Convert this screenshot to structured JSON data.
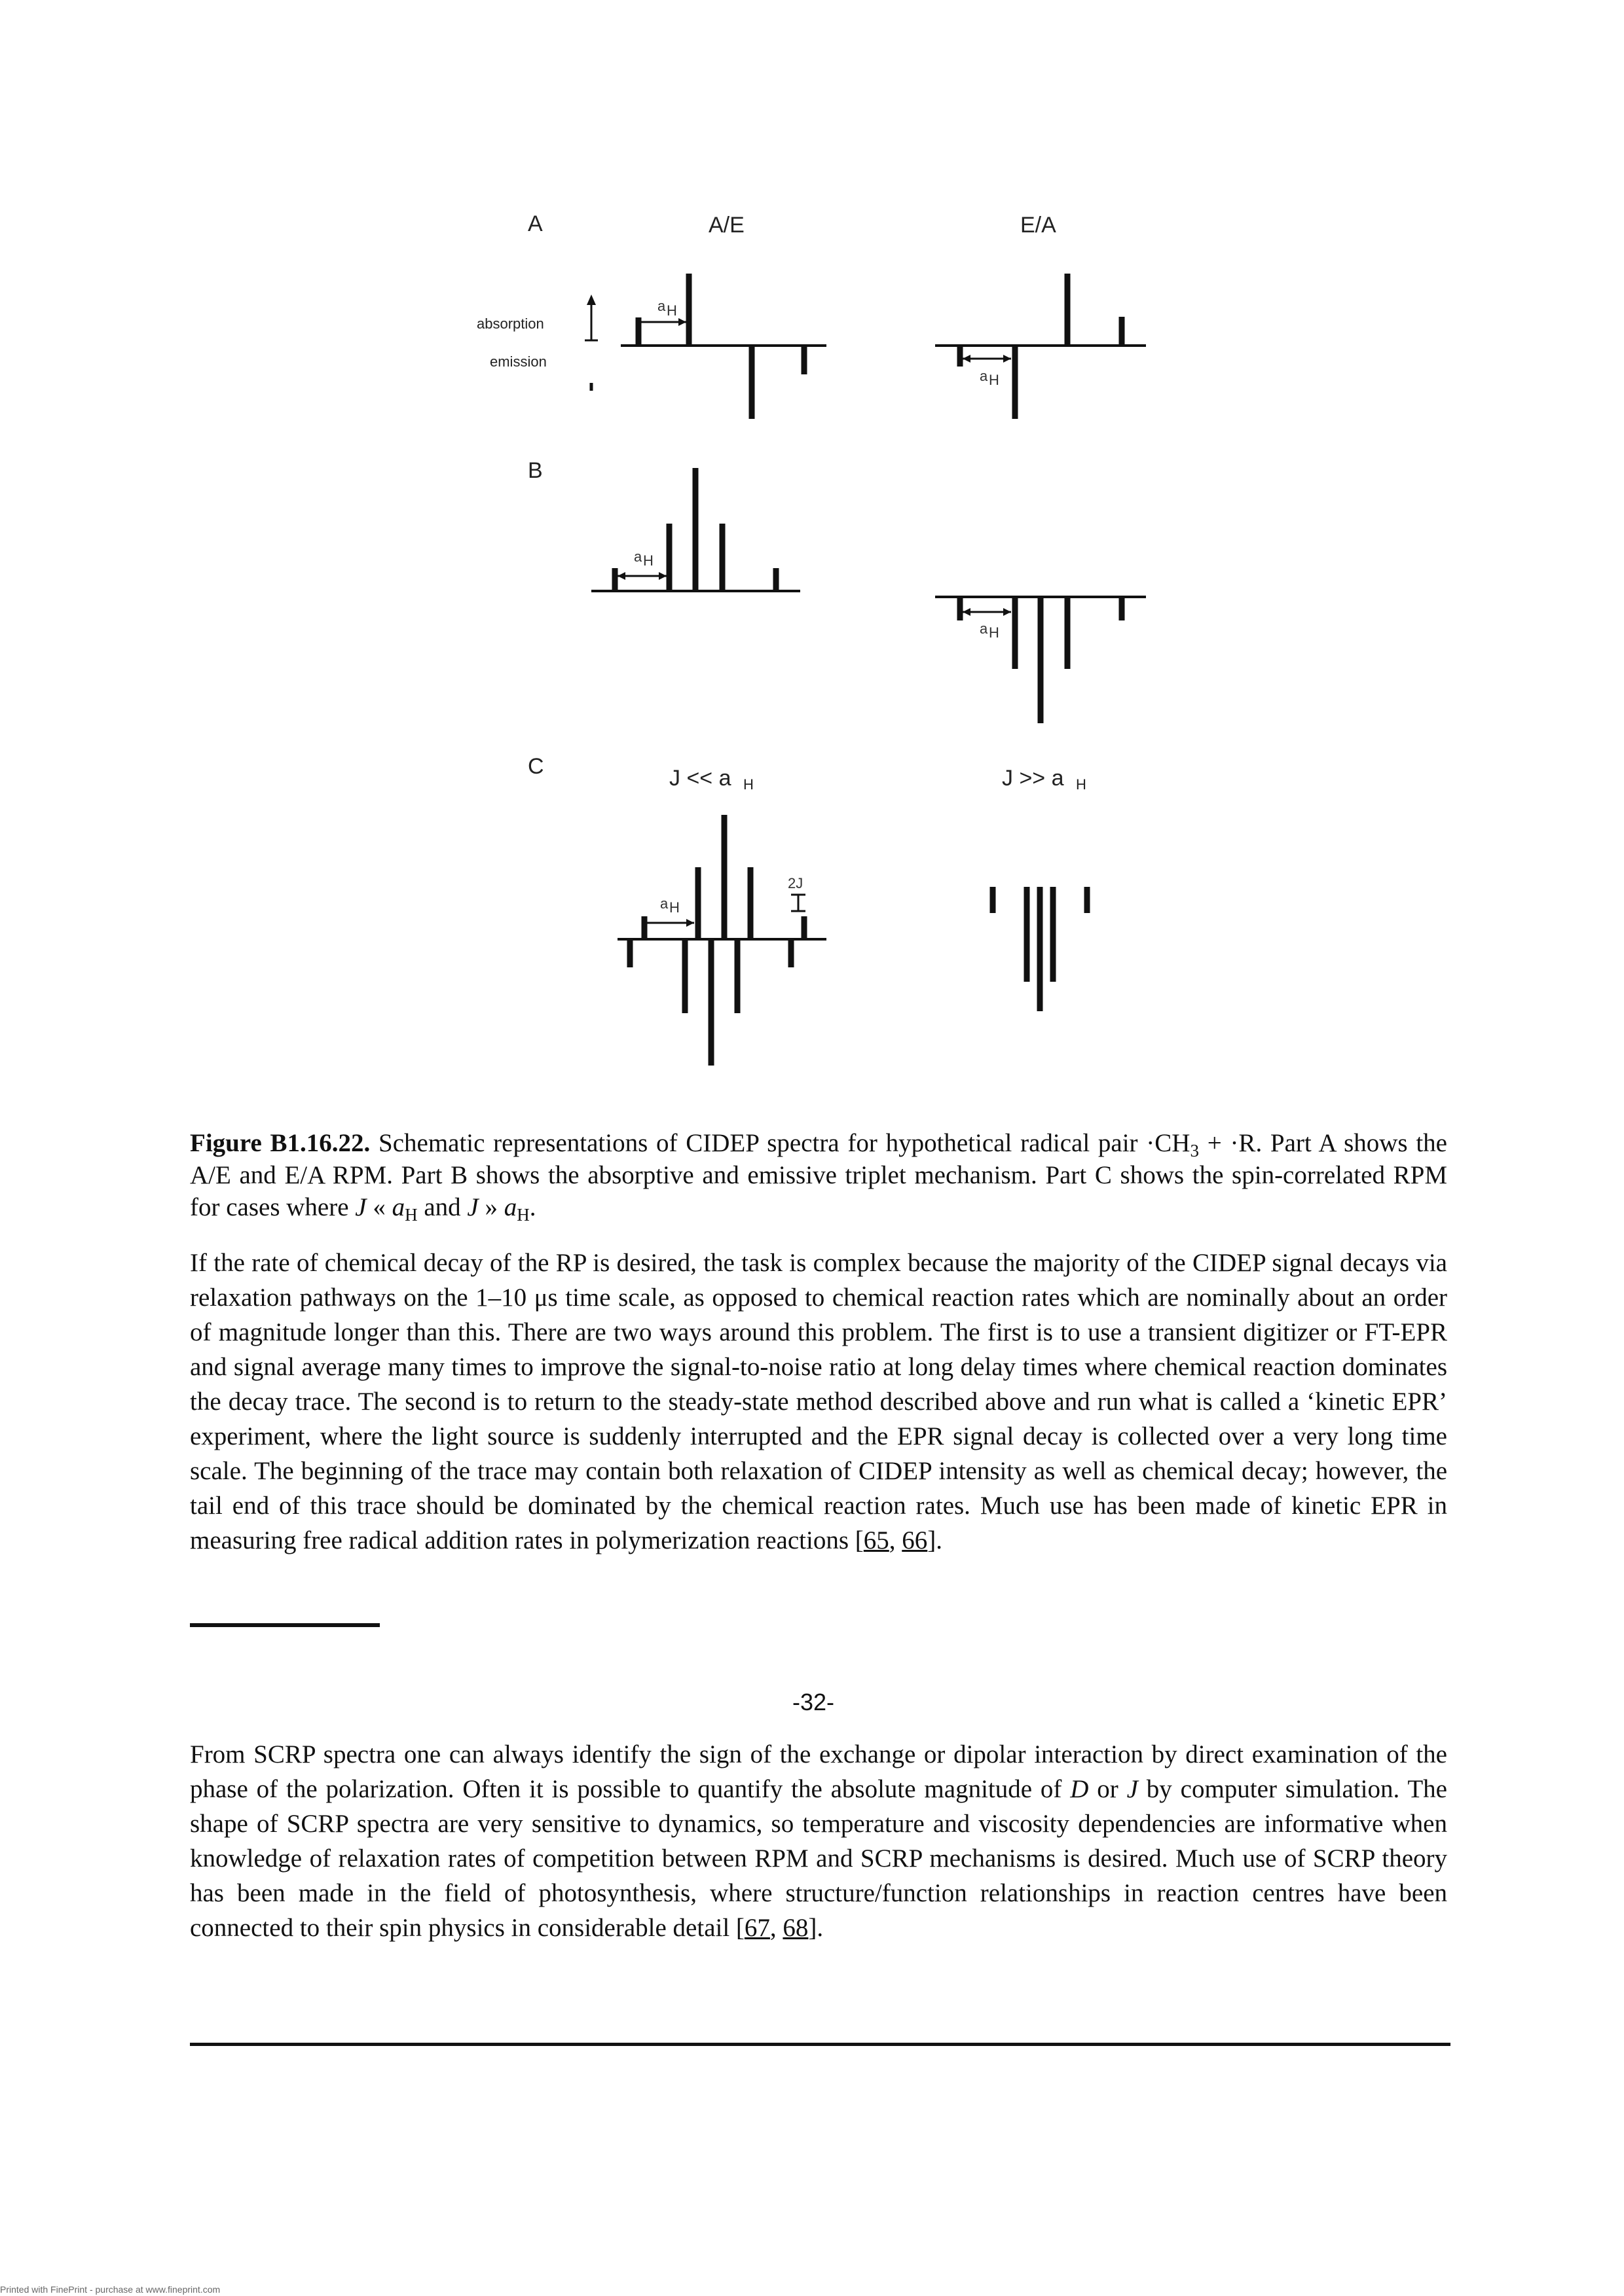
{
  "figure": {
    "part_a_label": "A",
    "part_b_label": "B",
    "part_c_label": "C",
    "ae_label": "A/E",
    "ea_label": "E/A",
    "absorption_label": "absorption",
    "emission_label": "emission",
    "ah_label": "a",
    "ah_sub": "H",
    "c_left_label": "J << a",
    "c_right_label": "J >> a",
    "two_j_label": "2J"
  },
  "caption": {
    "label": "Figure B1.16.22.",
    "text_before": " Schematic representations of CIDEP spectra for hypothetical radical pair ",
    "ch3": "·CH",
    "ch3_sub": "3",
    "text_mid": " + ·R. Part A shows the A/E and E/A RPM. Part B shows the absorptive and emissive triplet mechanism. Part C shows the spin-correlated RPM for cases where ",
    "j1": "J",
    "ll": " « ",
    "a1": "a",
    "a1_sub": "H",
    "and": " and ",
    "j2": "J",
    "gg": " » ",
    "a2": "a",
    "a2_sub": "H",
    "end": "."
  },
  "paragraph1": {
    "text": "If the rate of chemical decay of the RP is desired, the task is complex because the majority of the CIDEP signal decays via relaxation pathways on the 1–10 μs time scale, as opposed to chemical reaction rates which are nominally about an order of magnitude longer than this. There are two ways around this problem. The first is to use a transient digitizer or FT-EPR and signal average many times to improve the signal-to-noise ratio at long delay times where chemical reaction dominates the decay trace. The second is to return to the steady-state method described above and run what is called a ‘kinetic EPR’ experiment, where the light source is suddenly interrupted and the EPR signal decay is collected over a very long time scale. The beginning of the trace may contain both relaxation of CIDEP intensity as well as chemical decay; however, the tail end of this trace should be dominated by the chemical reaction rates. Much use has been made of kinetic EPR in measuring free radical addition rates in polymerization reactions [",
    "ref1": "65",
    "sep": ", ",
    "ref2": "66",
    "end": "]."
  },
  "page_number": "-32-",
  "paragraph2": {
    "text_a": "From SCRP spectra one can always identify the sign of the exchange or dipolar interaction by direct examination of the phase of the polarization. Often it is possible to quantify the absolute magnitude of ",
    "d": "D",
    "or": " or ",
    "j": "J",
    "text_b": " by computer simulation. The shape of SCRP spectra are very sensitive to dynamics, so temperature and viscosity dependencies are informative when knowledge of relaxation rates of competition between RPM and SCRP mechanisms is desired. Much use of SCRP theory has been made in the field of photosynthesis, where structure/function relationships in reaction centres have been connected to their spin physics in considerable detail [",
    "ref1": "67",
    "sep": ", ",
    "ref2": "68",
    "end": "]."
  },
  "footer_note": "Printed with FinePrint - purchase at www.fineprint.com"
}
